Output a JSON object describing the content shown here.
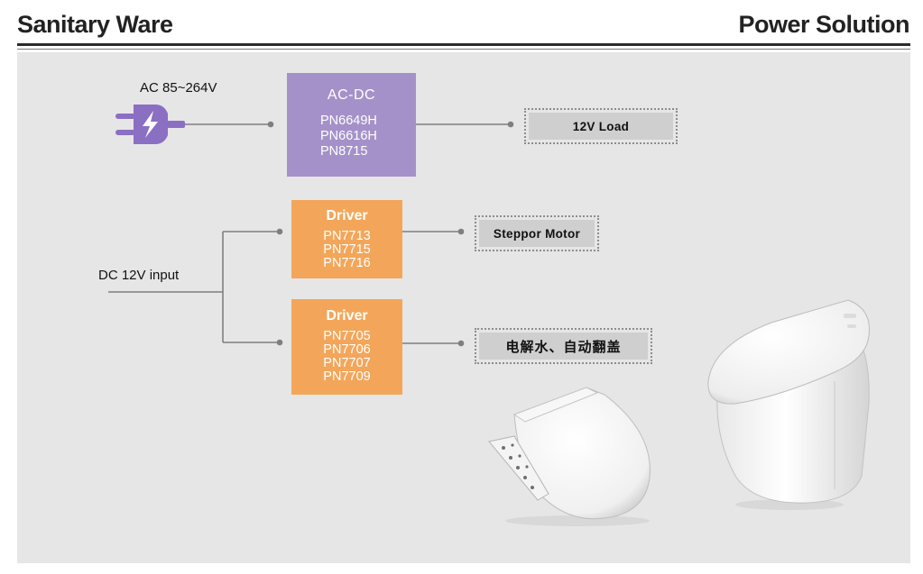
{
  "header": {
    "left_title": "Sanitary Ware",
    "right_title": "Power Solution"
  },
  "colors": {
    "acdc_box": "#a591c9",
    "driver_box": "#f3a65a",
    "load_box": "#cfcfcf",
    "plug": "#8b6fc3",
    "panel_background": "#e6e6e6"
  },
  "diagram": {
    "ac_input_label": "AC 85~264V",
    "dc_input_label": "DC  12V input",
    "acdc": {
      "title": "AC-DC",
      "parts": [
        "PN6649H",
        "PN6616H",
        "PN8715"
      ],
      "load": "12V  Load"
    },
    "driver1": {
      "title": "Driver",
      "parts": [
        "PN7713",
        "PN7715",
        "PN7716"
      ],
      "load": "Steppor Motor"
    },
    "driver2": {
      "title": "Driver",
      "parts": [
        "PN7705",
        "PN7706",
        "PN7707",
        "PN7709"
      ],
      "load": "电解水、自动翻盖"
    }
  },
  "icons": {
    "plug": "power-plug-icon",
    "product_images": [
      "smart-toilet-seat-image",
      "smart-toilet-image"
    ]
  }
}
